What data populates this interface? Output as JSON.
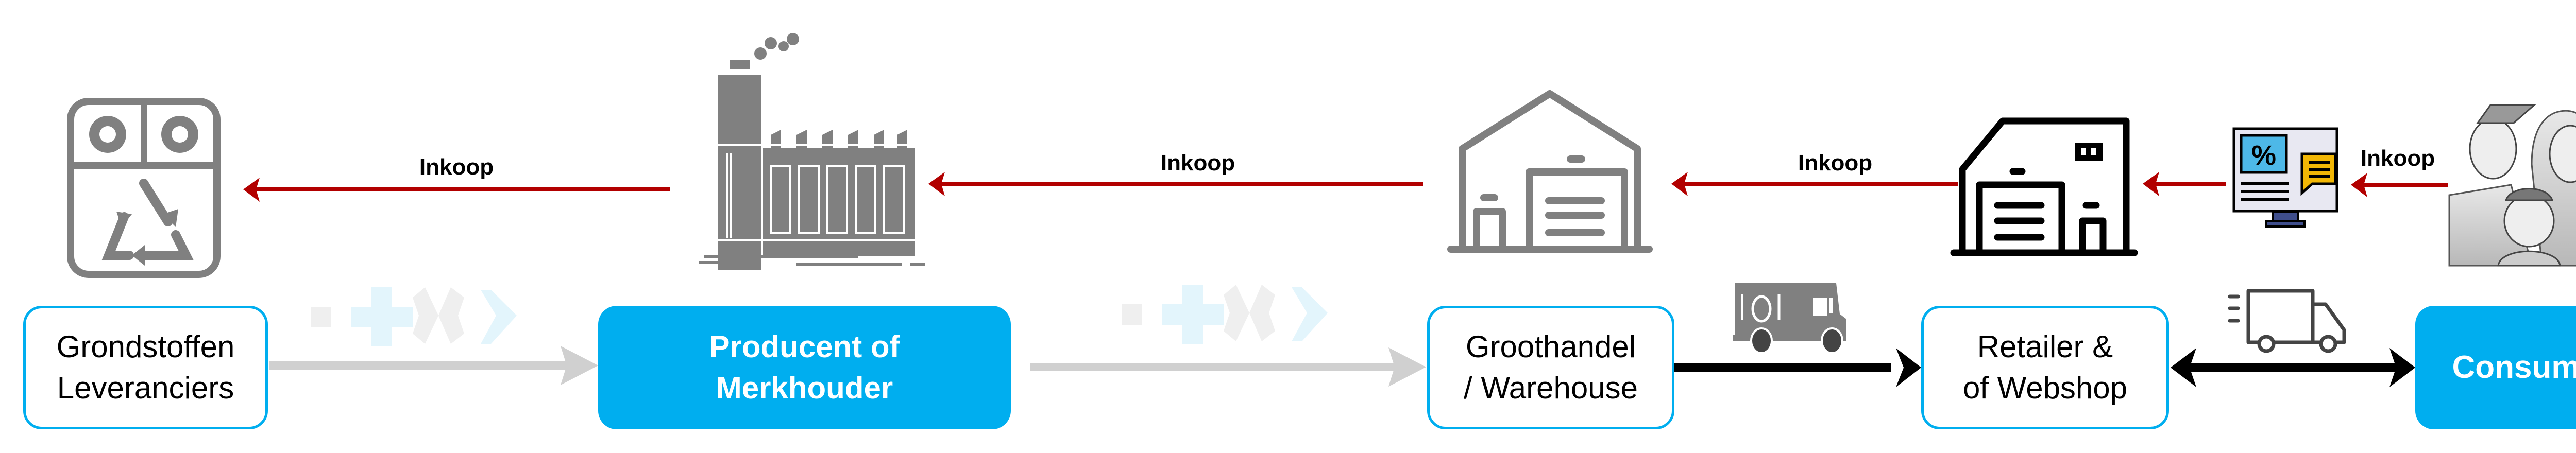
{
  "nodes": {
    "grondstoffen": "Grondstoffen\nLeveranciers",
    "producent": "Producent of\nMerkhouder",
    "groothandel": "Groothandel\n/ Warehouse",
    "retailer": "Retailer &\nof Webshop",
    "consument": "Consument"
  },
  "arrows": {
    "inkoop_1": "Inkoop",
    "inkoop_2": "Inkoop",
    "inkoop_3": "Inkoop",
    "inkoop_4": "Inkoop"
  },
  "icons": [
    "recycle-bins-icon",
    "factory-icon",
    "warehouse-icon",
    "retail-building-icon",
    "webshop-monitor-icon",
    "family-icon",
    "food-truck-icon",
    "delivery-truck-icon",
    "watermark-logo-icon"
  ],
  "colors": {
    "accent": "#00AEEF",
    "purchase_arrow": "#B20000",
    "flow_arrow": "#D0D0D0",
    "icon_gray": "#808080"
  }
}
